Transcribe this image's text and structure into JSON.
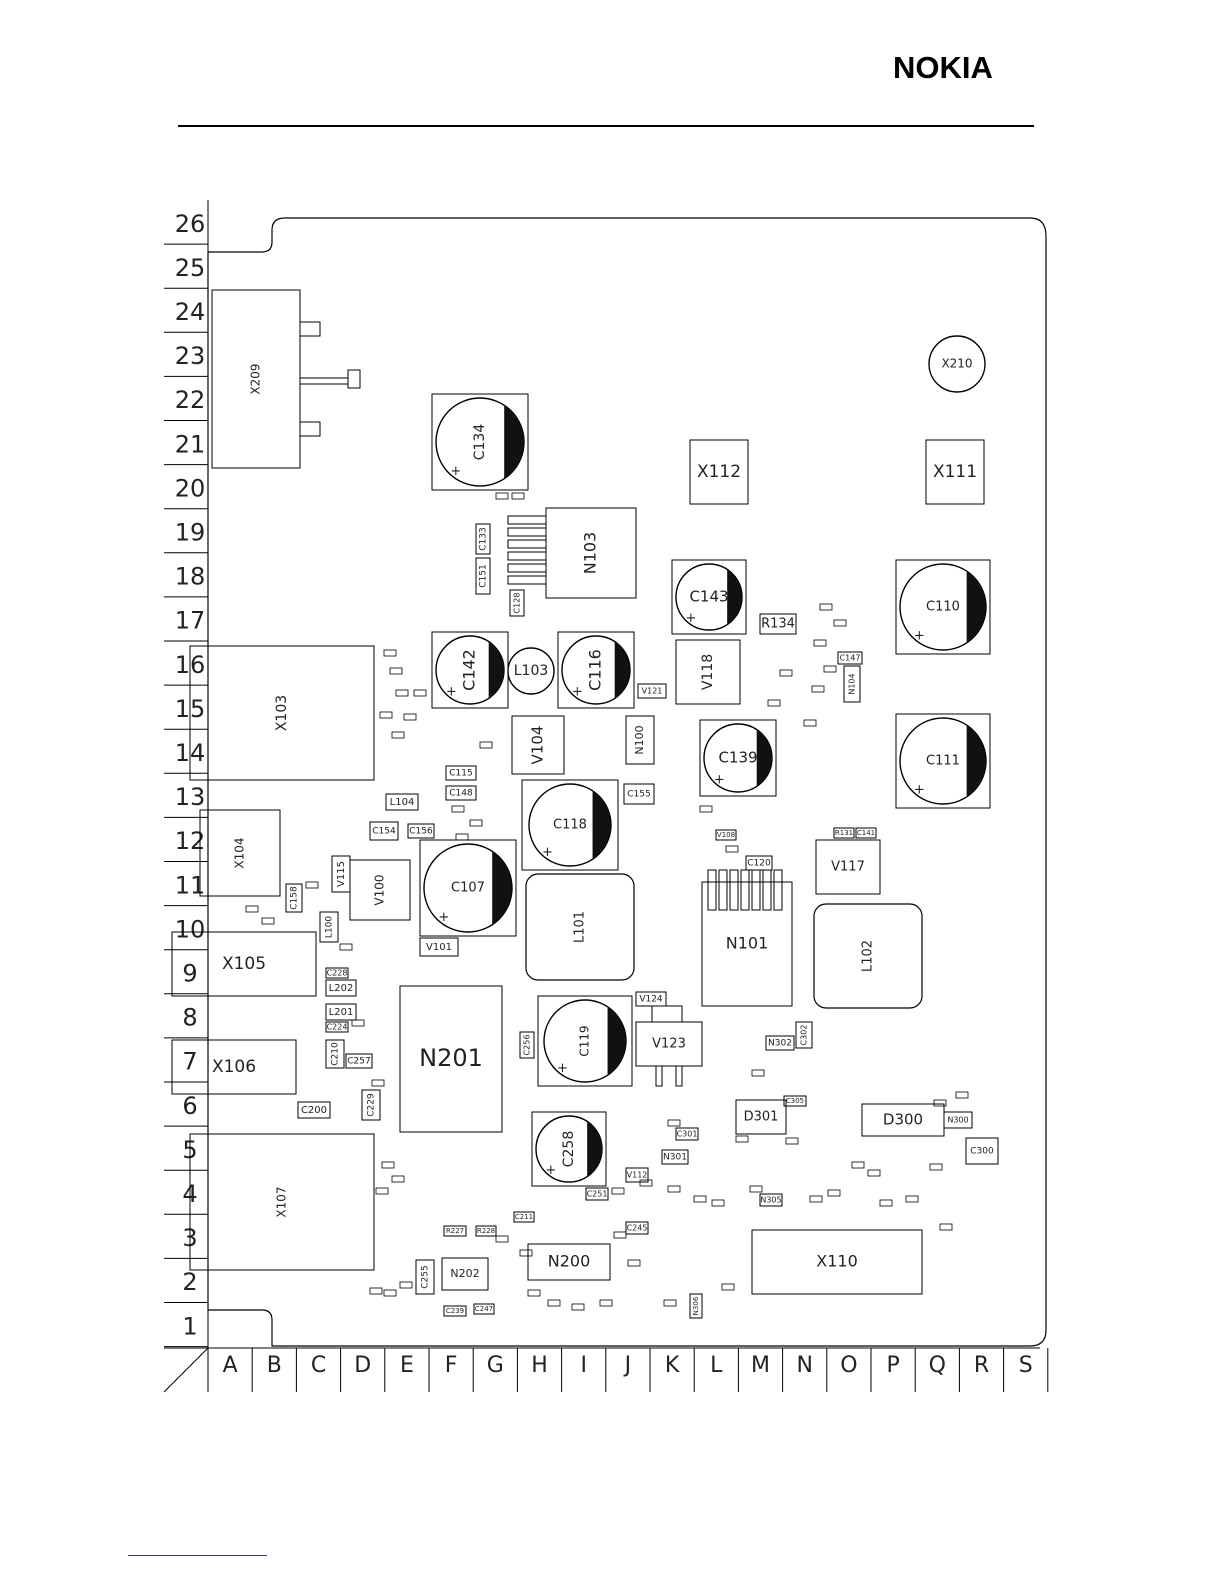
{
  "brand": {
    "logo_text": "NOKIA"
  },
  "grid": {
    "rows": [
      "26",
      "25",
      "24",
      "23",
      "22",
      "21",
      "20",
      "19",
      "18",
      "17",
      "16",
      "15",
      "14",
      "13",
      "12",
      "11",
      "10",
      "9",
      "8",
      "7",
      "6",
      "5",
      "4",
      "3",
      "2",
      "1"
    ],
    "columns": [
      "A",
      "B",
      "C",
      "D",
      "E",
      "F",
      "G",
      "H",
      "I",
      "J",
      "K",
      "L",
      "M",
      "N",
      "O",
      "P",
      "Q",
      "R",
      "S"
    ]
  },
  "components": {
    "X209": "X209",
    "X210": "X210",
    "X112": "X112",
    "X111": "X111",
    "C134": "C134",
    "N103": "N103",
    "C143": "C143",
    "C110": "C110",
    "C111": "C111",
    "C142": "C142",
    "L103": "L103",
    "C116": "C116",
    "V118": "V118",
    "X103": "X103",
    "V104": "V104",
    "N100": "N100",
    "C139": "C139",
    "C118": "C118",
    "C107": "C107",
    "X104": "X104",
    "V100": "V100",
    "V115": "V115",
    "V117": "V117",
    "L101": "L101",
    "N101": "N101",
    "L102": "L102",
    "X105": "X105",
    "N201": "N201",
    "C119": "C119",
    "V123": "V123",
    "X106": "X106",
    "D301": "D301",
    "D300": "D300",
    "C258": "C258",
    "X107": "X107",
    "N200": "N200",
    "N202": "N202",
    "X110": "X110",
    "R134": "R134",
    "C133": "C133",
    "C151": "C151",
    "C128": "C128",
    "C115": "C115",
    "C148": "C148",
    "L104": "L104",
    "C154": "C154",
    "C156": "C156",
    "C155": "C155",
    "C158": "C158",
    "L100": "L100",
    "V101": "V101",
    "C228": "C228",
    "L202": "L202",
    "L201": "L201",
    "C224": "C224",
    "C210": "C210",
    "C257": "C257",
    "C229": "C229",
    "C200": "C200",
    "C256": "C256",
    "V124": "V124",
    "C120": "C120",
    "V108": "V108",
    "C302": "C302",
    "N302": "N302",
    "C300": "C300",
    "N300": "N300",
    "N301": "N301",
    "C255": "C255",
    "V121": "V121",
    "C147": "C147",
    "N104": "N104",
    "R131": "R131",
    "C141": "C141",
    "V112": "V112",
    "C251": "C251",
    "N305": "N305",
    "N306": "N306",
    "C301": "C301",
    "C305": "C305",
    "R227": "R227",
    "R228": "R228",
    "C211": "C211",
    "C247": "C247",
    "C239": "C239",
    "C245": "C245"
  }
}
